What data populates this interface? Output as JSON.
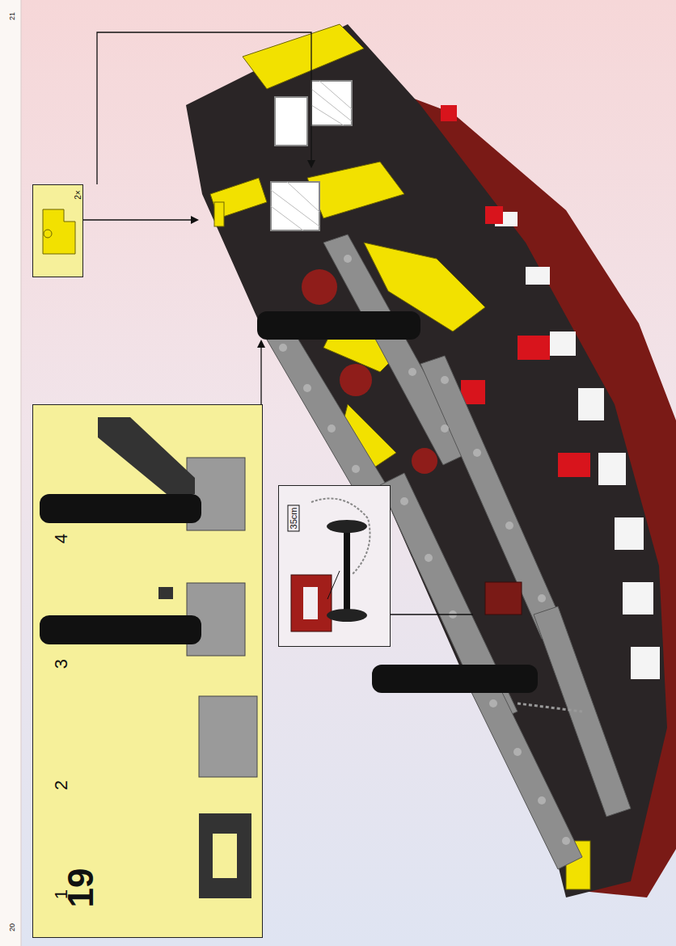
{
  "diagram": {
    "nodes": [
      {
        "text": [
          "1",
          "2",
          "3",
          "4"
        ]
      },
      {
        "text": [
          "2×"
        ]
      },
      {
        "text": [
          "35cm"
        ]
      }
    ],
    "labels": [
      "19",
      "20",
      "21"
    ]
  }
}
